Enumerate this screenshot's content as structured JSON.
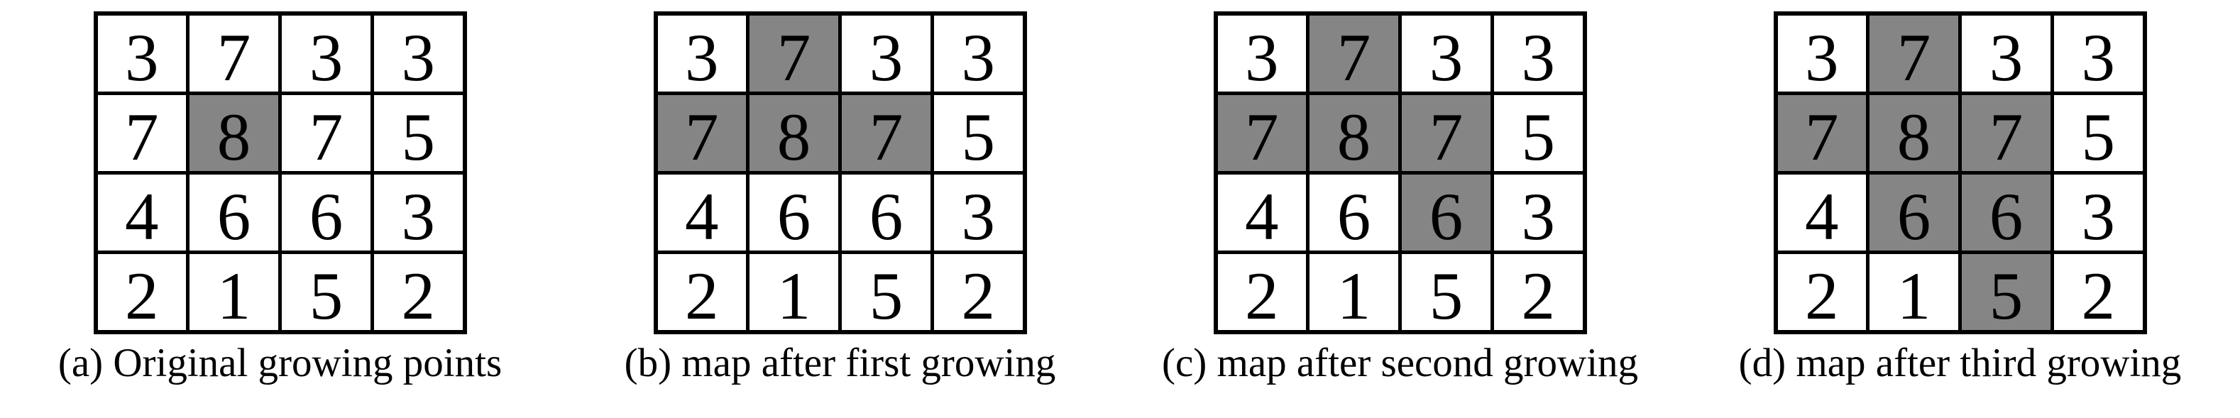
{
  "figure": {
    "description": "Region growing illustration with four 4x4 value maps",
    "colors": {
      "shaded_cell": "#858585",
      "grid_border": "#000000",
      "background": "#ffffff",
      "text": "#000000"
    },
    "grid_rows": 4,
    "grid_cols": 4,
    "panels": [
      {
        "id": "a",
        "caption": "(a) Original growing points",
        "grid": [
          [
            "3",
            "7",
            "3",
            "3"
          ],
          [
            "7",
            "8",
            "7",
            "5"
          ],
          [
            "4",
            "6",
            "6",
            "3"
          ],
          [
            "2",
            "1",
            "5",
            "2"
          ]
        ],
        "shaded_cells": [
          [
            1,
            1
          ]
        ]
      },
      {
        "id": "b",
        "caption": "(b) map after first growing",
        "grid": [
          [
            "3",
            "7",
            "3",
            "3"
          ],
          [
            "7",
            "8",
            "7",
            "5"
          ],
          [
            "4",
            "6",
            "6",
            "3"
          ],
          [
            "2",
            "1",
            "5",
            "2"
          ]
        ],
        "shaded_cells": [
          [
            0,
            1
          ],
          [
            1,
            0
          ],
          [
            1,
            1
          ],
          [
            1,
            2
          ]
        ]
      },
      {
        "id": "c",
        "caption": "(c) map after second growing",
        "grid": [
          [
            "3",
            "7",
            "3",
            "3"
          ],
          [
            "7",
            "8",
            "7",
            "5"
          ],
          [
            "4",
            "6",
            "6",
            "3"
          ],
          [
            "2",
            "1",
            "5",
            "2"
          ]
        ],
        "shaded_cells": [
          [
            0,
            1
          ],
          [
            1,
            0
          ],
          [
            1,
            1
          ],
          [
            1,
            2
          ],
          [
            2,
            2
          ]
        ]
      },
      {
        "id": "d",
        "caption": "(d) map after third growing",
        "grid": [
          [
            "3",
            "7",
            "3",
            "3"
          ],
          [
            "7",
            "8",
            "7",
            "5"
          ],
          [
            "4",
            "6",
            "6",
            "3"
          ],
          [
            "2",
            "1",
            "5",
            "2"
          ]
        ],
        "shaded_cells": [
          [
            0,
            1
          ],
          [
            1,
            0
          ],
          [
            1,
            1
          ],
          [
            1,
            2
          ],
          [
            2,
            1
          ],
          [
            2,
            2
          ],
          [
            3,
            2
          ]
        ]
      }
    ]
  }
}
